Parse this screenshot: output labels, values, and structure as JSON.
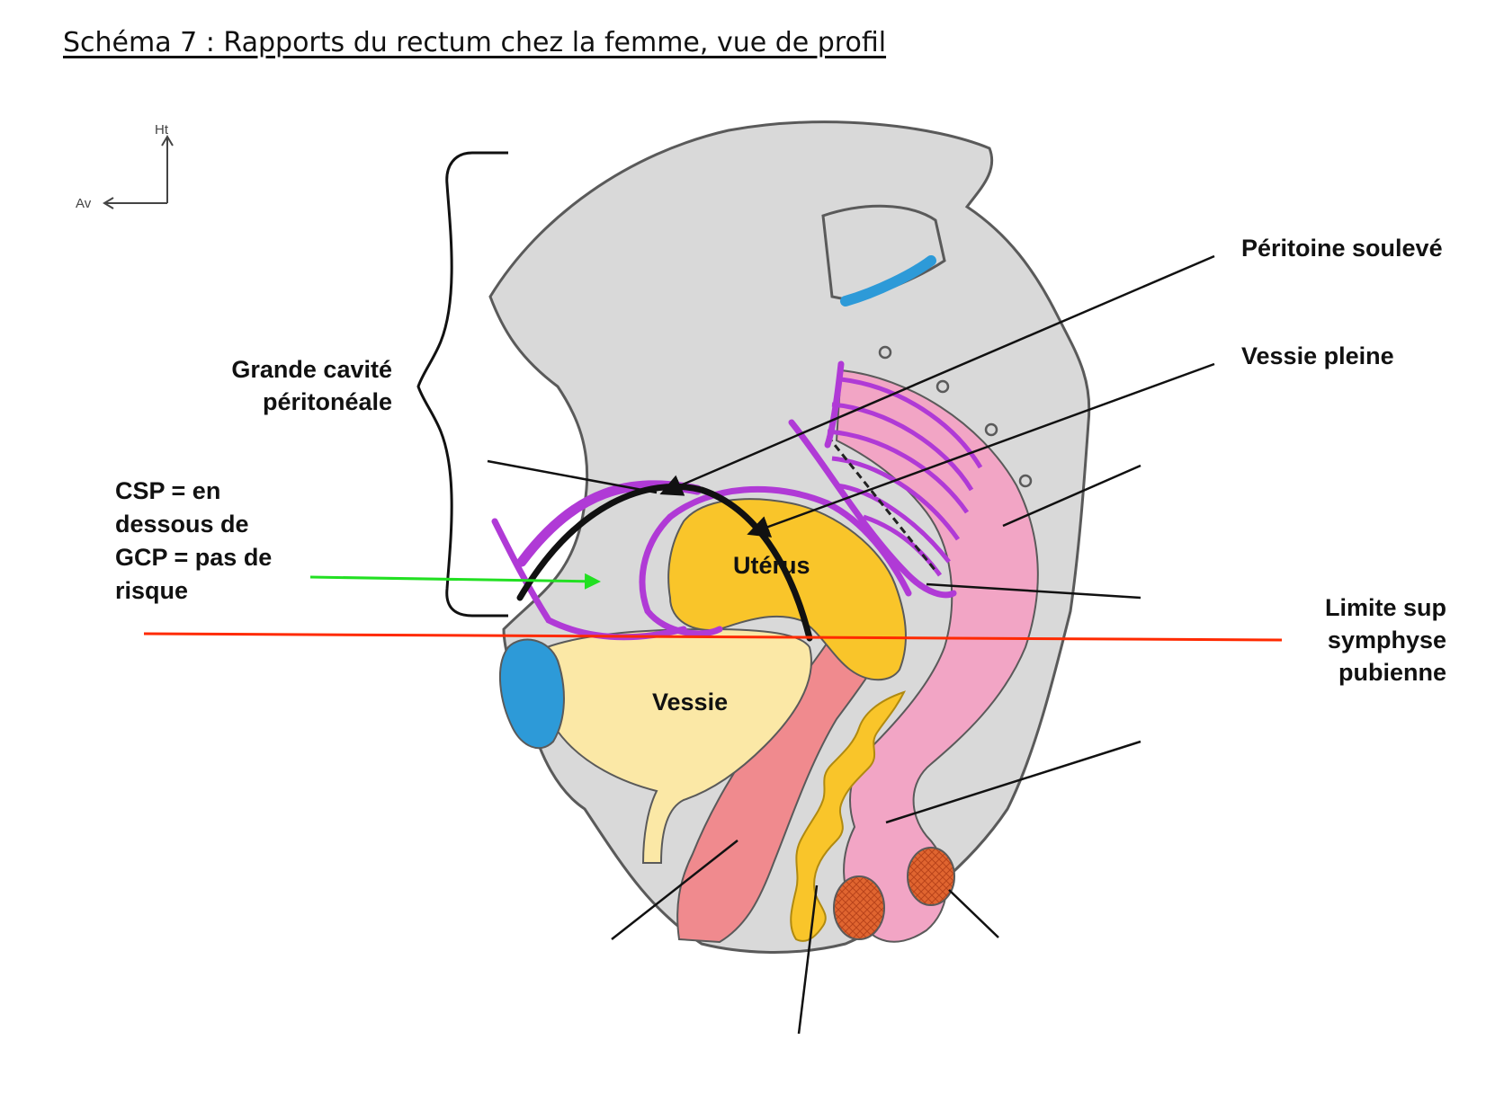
{
  "title": "Schéma 7 : Rapports du rectum chez la femme, vue de profil",
  "orientation": {
    "up": "Ht",
    "front": "Av"
  },
  "labels": {
    "grande_cavite_line1": "Grande cavité",
    "grande_cavite_line2": "péritonéale",
    "csp_line1": "CSP = en",
    "csp_line2": "dessous de",
    "csp_line3": "GCP = pas de",
    "csp_line4": "risque",
    "peritoine": "Péritoine soulevé",
    "vessie_pleine": "Vessie pleine",
    "limite_line1": "Limite sup",
    "limite_line2": "symphyse",
    "limite_line3": "pubienne",
    "uterus": "Utérus",
    "vessie": "Vessie"
  },
  "colors": {
    "bone": "#d9d9d9",
    "outline": "#5a5a5a",
    "peritoneum": "#b03ad6",
    "uterus": "#f9c52a",
    "bladder": "#fbe8a6",
    "rectum": "#f2a5c5",
    "vagina": "#f08a8e",
    "pubis": "#2d9ad8",
    "sphincter": "#e06530",
    "limit_line": "#ff2a00",
    "arrow_green": "#22e022"
  }
}
